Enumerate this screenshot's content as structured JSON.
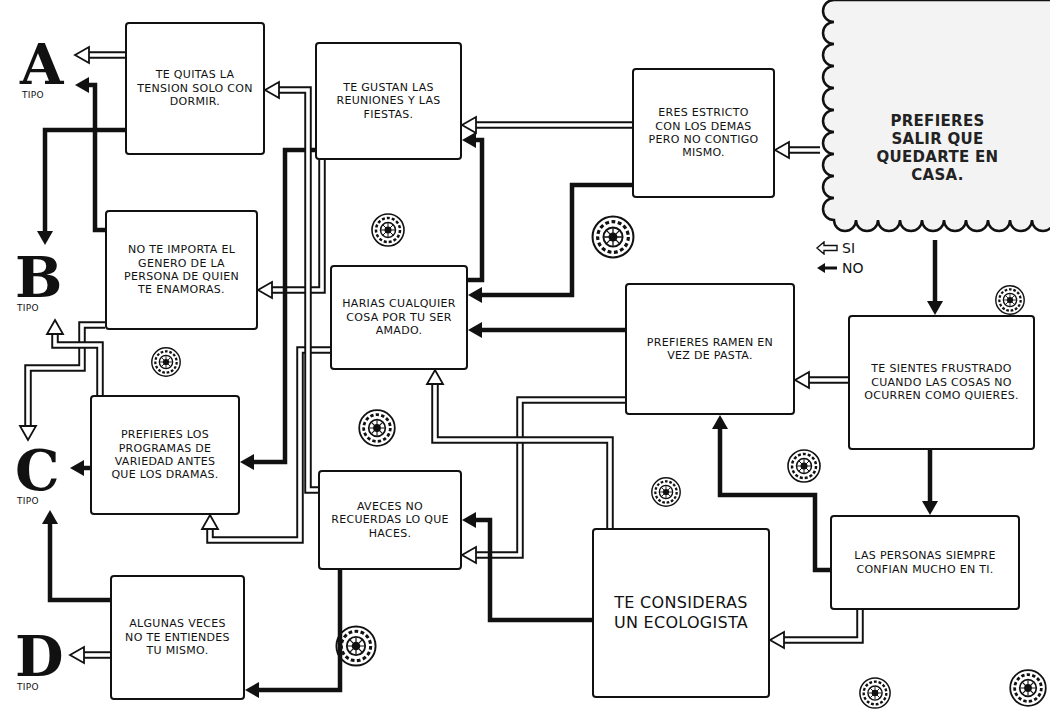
{
  "diagram": {
    "title": "Test DE PERSONALIDAD",
    "nodes": [
      {
        "text": [
          "A",
          "TIPO"
        ]
      },
      {
        "text": [
          "TE QUITAS LA TENSION SOLO CON DORMIR."
        ]
      },
      {
        "text": [
          "TE GUSTAN LAS REUNIONES Y LAS FIESTAS."
        ]
      },
      {
        "text": [
          "ERES ESTRICTO CON LOS DEMAS PERO NO CONTIGO MISMO."
        ]
      },
      {
        "text": [
          "PREFIERES SALIR QUE QUEDARTE EN CASA."
        ]
      },
      {
        "text": [
          "B",
          "TIPO"
        ]
      },
      {
        "text": [
          "NO TE IMPORTA EL GENERO DE LA PERSONA DE QUIEN TE ENAMORAS."
        ]
      },
      {
        "text": [
          "HARIAS CUALQUIER COSA POR TU SER AMADO."
        ]
      },
      {
        "text": [
          "PREFIERES RAMEN EN VEZ DE PASTA."
        ]
      },
      {
        "text": [
          "TE SIENTES FRUSTRADO CUANDO LAS COSAS NO OCURREN COMO QUIERES."
        ]
      },
      {
        "text": [
          "C",
          "TIPO"
        ]
      },
      {
        "text": [
          "PREFIERES LOS PROGRAMAS DE VARIEDAD ANTES QUE LOS DRAMAS."
        ]
      },
      {
        "text": [
          "AVECES NO RECUERDAS LO QUE HACES."
        ]
      },
      {
        "text": [
          "LAS PERSONAS SIEMPRE CONFIAN MUCHO EN TI."
        ]
      },
      {
        "text": [
          "TE CONSIDERAS UN ECOLOGISTA"
        ]
      },
      {
        "text": [
          "D",
          "TIPO"
        ]
      },
      {
        "text": [
          "ALGUNAS VECES NO TE ENTIENDES TU MISMO."
        ]
      }
    ],
    "edges": [
      {
        "from": 4,
        "to": 3,
        "arrow": "to"
      },
      {
        "from": 4,
        "to": 9,
        "arrow": "to"
      },
      {
        "from": 9,
        "to": 8,
        "arrow": "to"
      },
      {
        "from": 9,
        "to": 13,
        "arrow": "to"
      },
      {
        "from": 13,
        "to": 14,
        "arrow": "to"
      },
      {
        "from": 13,
        "to": 8,
        "arrow": "to"
      },
      {
        "from": 3,
        "to": 2,
        "arrow": "to"
      },
      {
        "from": 3,
        "to": 7,
        "arrow": "to"
      },
      {
        "from": 8,
        "to": 12,
        "arrow": "to"
      },
      {
        "from": 8,
        "to": 7,
        "arrow": "to"
      },
      {
        "from": 14,
        "to": 7,
        "arrow": "to"
      },
      {
        "from": 14,
        "to": 12,
        "arrow": "to"
      },
      {
        "from": 2,
        "to": 6,
        "arrow": "to"
      },
      {
        "from": 2,
        "to": 11,
        "arrow": "to"
      },
      {
        "from": 7,
        "to": 11,
        "arrow": "to"
      },
      {
        "from": 7,
        "to": 2,
        "arrow": "to"
      },
      {
        "from": 12,
        "to": 1,
        "arrow": "to"
      },
      {
        "from": 12,
        "to": 16,
        "arrow": "to"
      },
      {
        "from": 1,
        "to": 0,
        "arrow": "to"
      },
      {
        "from": 1,
        "to": 5,
        "arrow": "to"
      },
      {
        "from": 6,
        "to": 10,
        "arrow": "to"
      },
      {
        "from": 6,
        "to": 0,
        "arrow": "to"
      },
      {
        "from": 11,
        "to": 5,
        "arrow": "to"
      },
      {
        "from": 11,
        "to": 10,
        "arrow": "to"
      },
      {
        "from": 16,
        "to": 15,
        "arrow": "to"
      },
      {
        "from": 16,
        "to": 10,
        "arrow": "to"
      }
    ],
    "legend": [
      {
        "text": "SI"
      },
      {
        "text": "NO"
      }
    ]
  }
}
